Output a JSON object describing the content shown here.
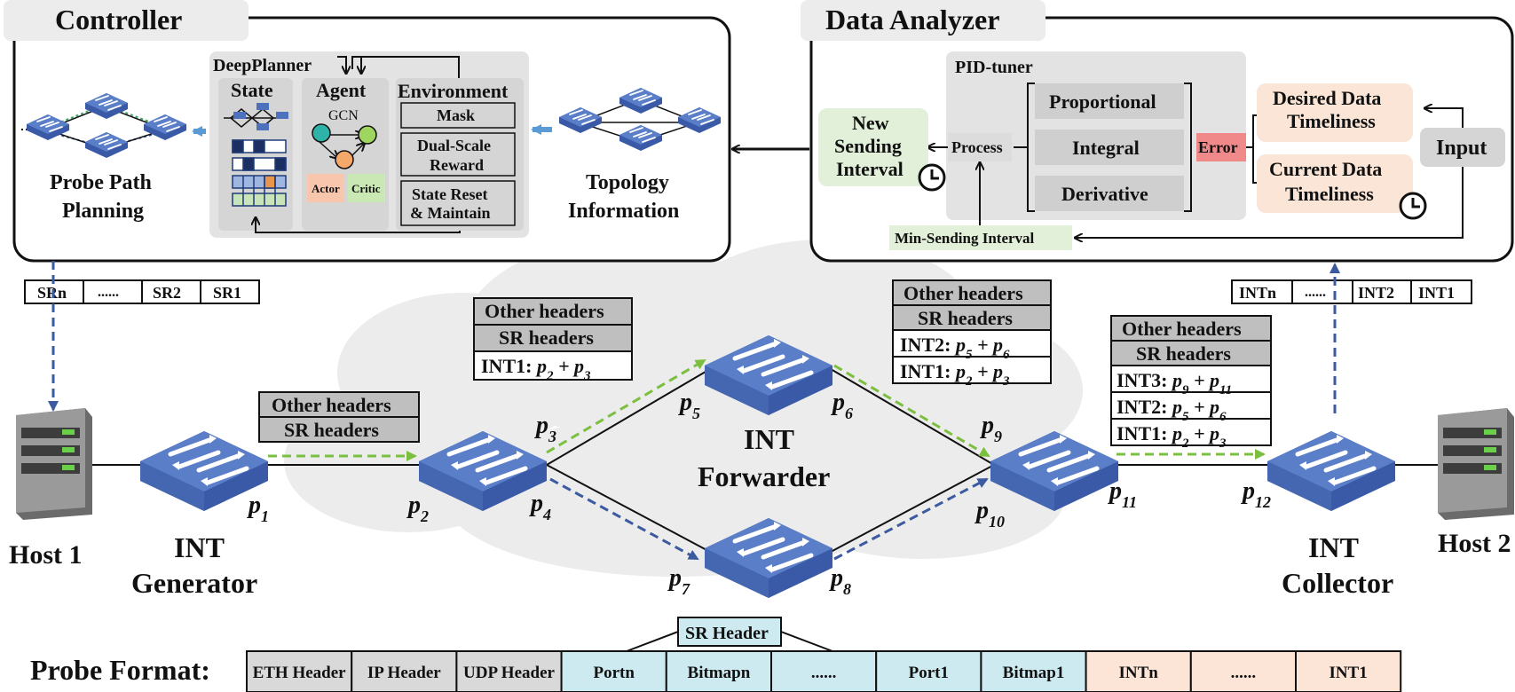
{
  "controller": {
    "title": "Controller",
    "deepplanner_label": "DeepPlanner",
    "state_label": "State",
    "agent_label": "Agent",
    "gcn_label": "GCN",
    "actor_label": "Actor",
    "critic_label": "Critic",
    "environment_label": "Environment",
    "env_items": [
      [
        "Mask"
      ],
      [
        "Dual-Scale",
        "Reward"
      ],
      [
        "State Reset",
        "& Maintain"
      ]
    ],
    "probe_path_planning": [
      "Probe Path",
      "Planning"
    ],
    "topology_information": [
      "Topology",
      "Information"
    ]
  },
  "analyzer": {
    "title": "Data Analyzer",
    "pid_label": "PID-tuner",
    "proportional": "Proportional",
    "integral": "Integral",
    "derivative": "Derivative",
    "process": "Process",
    "error": "Error",
    "new_sending_interval": [
      "New",
      "Sending",
      "Interval"
    ],
    "desired_timeliness": [
      "Desired Data",
      "Timeliness"
    ],
    "current_timeliness": [
      "Current Data",
      "Timeliness"
    ],
    "input": "Input",
    "min_sending_interval": "Min-Sending Interval"
  },
  "sr_list": [
    "SRn",
    "......",
    "SR2",
    "SR1"
  ],
  "int_list": [
    "INTn",
    "......",
    "INT2",
    "INT1"
  ],
  "headers": {
    "other": "Other headers",
    "sr": "SR headers",
    "int1": "INT1: ",
    "int2": "INT2: ",
    "int3": "INT3: "
  },
  "nodes": {
    "host1": "Host 1",
    "host2": "Host 2",
    "generator": [
      "INT",
      "Generator"
    ],
    "forwarder": [
      "INT",
      "Forwarder"
    ],
    "collector": [
      "INT",
      "Collector"
    ]
  },
  "probe_format": {
    "label": "Probe Format:",
    "sr_header_label": "SR Header",
    "fields": [
      "ETH Header",
      "IP Header",
      "UDP Header",
      "Portn",
      "Bitmapn",
      "......",
      "Port1",
      "Bitmap1",
      "INTn",
      "......",
      "INT1"
    ],
    "colors": {
      "grey": "#d9d9d9",
      "teal": "#cdeaf0",
      "peach": "#fce4d6"
    }
  },
  "colors": {
    "switch_blue": "#4e71be",
    "green_dash": "#7bbf3f",
    "blue_dash": "#3b5aa0",
    "panel_grey": "#ececec",
    "inner_grey": "#dcdcdc",
    "error_red": "#f08a8a",
    "green_soft": "#e2efd9",
    "peach_soft": "#fbe5d6",
    "arrow_light_blue": "#5b9bd5"
  }
}
